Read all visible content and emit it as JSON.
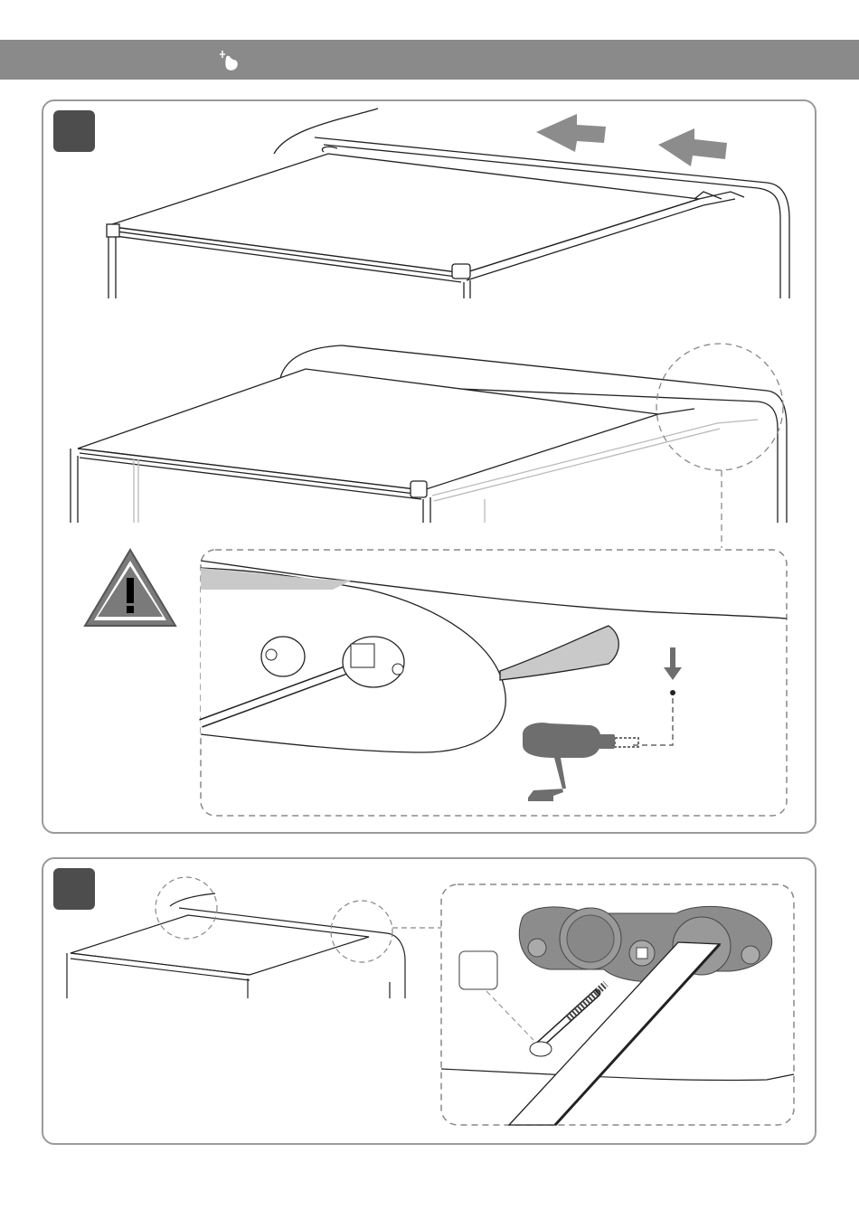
{
  "header": {
    "title": "",
    "icon": "hand-touch-icon",
    "bar_color": "#8a8a8a"
  },
  "steps": [
    {
      "number": "",
      "badge_color": "#4d4d4d",
      "illustrations": [
        "awning-retract-arrows",
        "awning-retracted-with-ghost",
        "warning-triangle-icon",
        "drill-icon",
        "end-cap-detail"
      ]
    },
    {
      "number": "",
      "badge_color": "#4d4d4d",
      "illustrations": [
        "awning-overview",
        "bolt-icon",
        "bracket-detail"
      ],
      "callout_label": ""
    }
  ],
  "colors": {
    "arrow": "#8c8c8c",
    "warning_fill": "#7a7a7a",
    "drill": "#6e6e6e",
    "line": "#222222",
    "panel_border": "#9a9a9a"
  }
}
